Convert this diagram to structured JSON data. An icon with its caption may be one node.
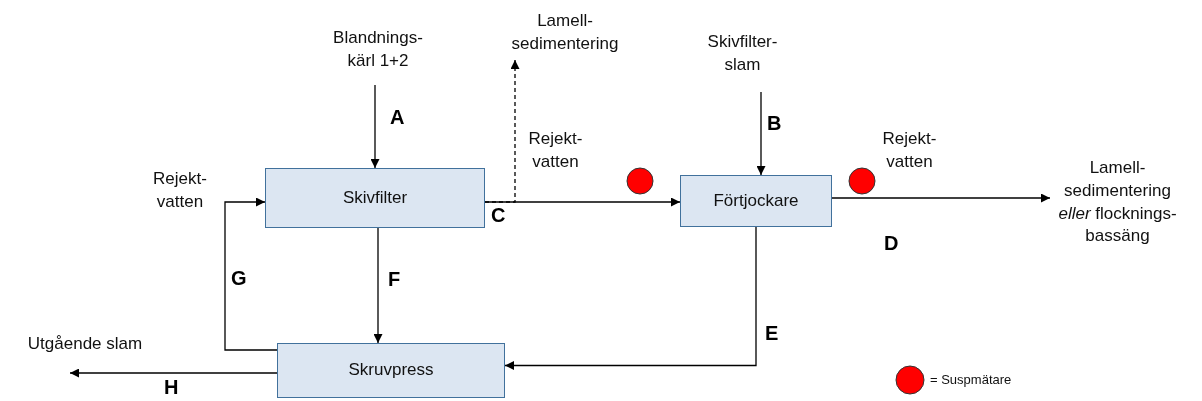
{
  "diagram": {
    "nodes": [
      {
        "text": [
          "Blandnings- kärl 1+2"
        ]
      },
      {
        "text": [
          "Skivfilter"
        ]
      },
      {
        "text": [
          "Lamell- sedimentering"
        ]
      },
      {
        "text": [
          "Skivfilter- slam"
        ]
      },
      {
        "text": [
          "Förtjockare"
        ]
      },
      {
        "text": [
          "Lamell- sedimentering *eller* flocknings- bassäng"
        ]
      },
      {
        "text": [
          "Skruvpress"
        ]
      },
      {
        "text": [
          "Utgående slam"
        ]
      }
    ],
    "edges": [
      {
        "from": 0,
        "to": 1,
        "arrow": "to",
        "label": "A"
      },
      {
        "from": 1,
        "to": 2,
        "arrow": "to",
        "style": "dashed"
      },
      {
        "from": 1,
        "to": 4,
        "arrow": "to",
        "label": "C"
      },
      {
        "from": 3,
        "to": 4,
        "arrow": "to",
        "label": "B"
      },
      {
        "from": 4,
        "to": 5,
        "arrow": "to",
        "label": "D"
      },
      {
        "from": 1,
        "to": 6,
        "arrow": "to",
        "label": "F"
      },
      {
        "from": 4,
        "to": 6,
        "arrow": "to",
        "label": "E"
      },
      {
        "from": 6,
        "to": 1,
        "arrow": "to",
        "label": "G"
      },
      {
        "from": 6,
        "to": 7,
        "arrow": "to",
        "label": "H"
      }
    ],
    "labels": [
      "Rejekt- vatten",
      "Rejekt- vatten",
      "Rejekt- vatten"
    ],
    "legend": [
      {
        "text": "= Suspmätare",
        "color": "#ff0000"
      }
    ]
  }
}
